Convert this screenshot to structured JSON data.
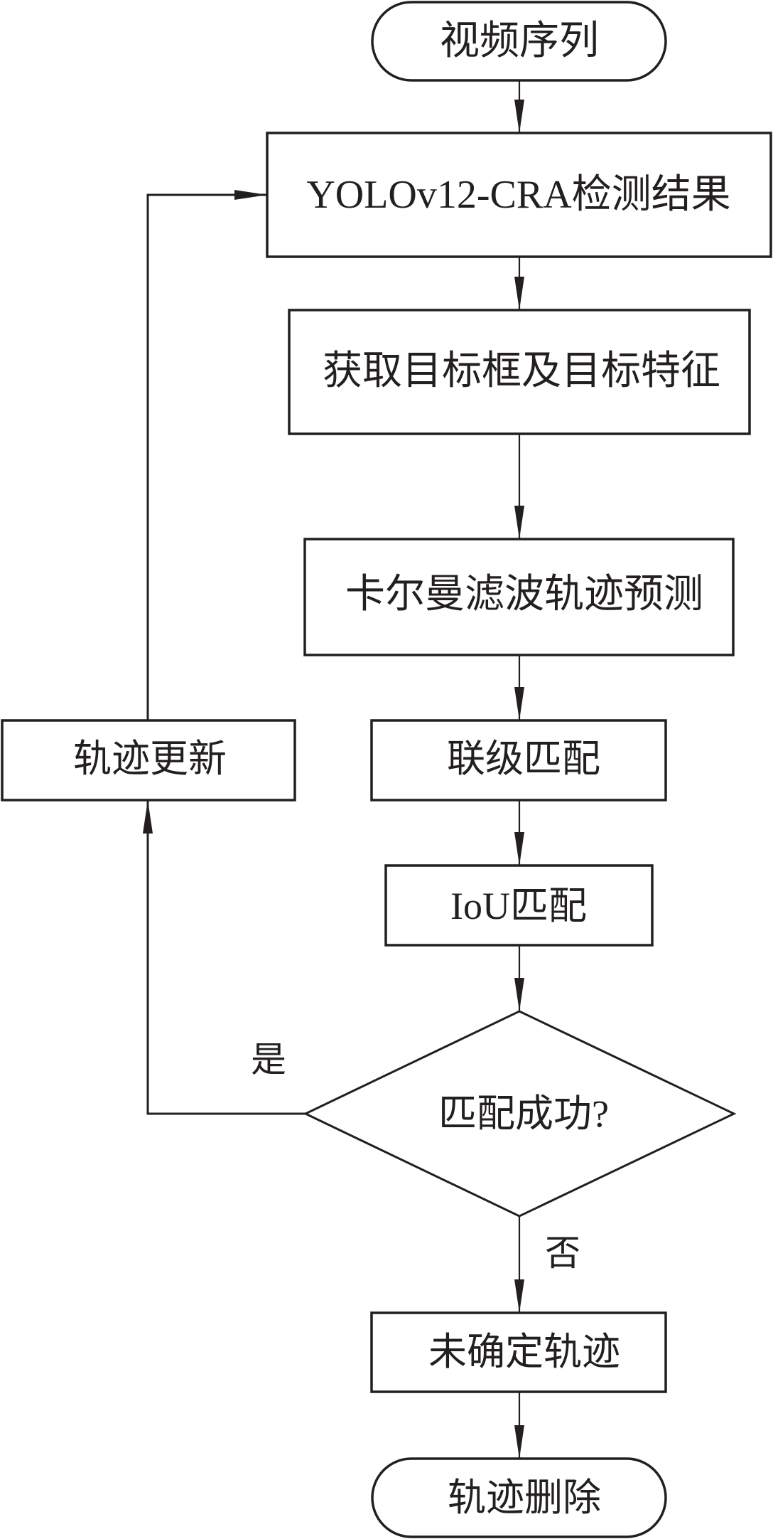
{
  "diagram": {
    "type": "flowchart",
    "nodes": {
      "start": {
        "label": "视频序列",
        "shape": "terminal"
      },
      "detect": {
        "label": "YOLOv12-CRA检测结果",
        "shape": "process"
      },
      "extract": {
        "label": "获取目标框及目标特征",
        "shape": "process"
      },
      "kalman": {
        "label": "卡尔曼滤波轨迹预测",
        "shape": "process"
      },
      "cascade": {
        "label": "联级匹配",
        "shape": "process"
      },
      "iou": {
        "label": "IoU匹配",
        "shape": "process"
      },
      "decision": {
        "label": "匹配成功?",
        "shape": "decision"
      },
      "update": {
        "label": "轨迹更新",
        "shape": "process"
      },
      "unconfirmed": {
        "label": "未确定轨迹",
        "shape": "process"
      },
      "end": {
        "label": "轨迹删除",
        "shape": "terminal"
      }
    },
    "edges": [
      {
        "from": "start",
        "to": "detect"
      },
      {
        "from": "detect",
        "to": "extract"
      },
      {
        "from": "extract",
        "to": "kalman"
      },
      {
        "from": "kalman",
        "to": "cascade"
      },
      {
        "from": "cascade",
        "to": "iou"
      },
      {
        "from": "iou",
        "to": "decision"
      },
      {
        "from": "decision",
        "to": "update",
        "label": "是"
      },
      {
        "from": "update",
        "to": "detect"
      },
      {
        "from": "decision",
        "to": "unconfirmed",
        "label": "否"
      },
      {
        "from": "unconfirmed",
        "to": "end"
      }
    ],
    "edge_labels": {
      "yes": "是",
      "no": "否"
    },
    "colors": {
      "stroke": "#231f20",
      "fill": "#ffffff",
      "text": "#231f20"
    }
  }
}
